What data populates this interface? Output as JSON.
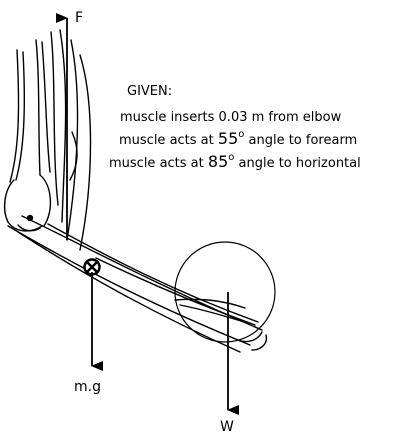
{
  "diagram": {
    "given_heading": "GIVEN:",
    "lines": [
      {
        "text": "muscle inserts 0.03 m from elbow"
      },
      {
        "before": "muscle acts at ",
        "value": "55",
        "degree": "o",
        "after": " angle to forearm"
      },
      {
        "before": "muscle acts at ",
        "value": "85",
        "degree": "o",
        "after": " angle to horizontal"
      }
    ],
    "force_labels": {
      "muscle_force": "F",
      "forearm_weight": "m.g",
      "load_weight": "W"
    },
    "colors": {
      "ink": "#000000",
      "background": "#ffffff"
    }
  }
}
